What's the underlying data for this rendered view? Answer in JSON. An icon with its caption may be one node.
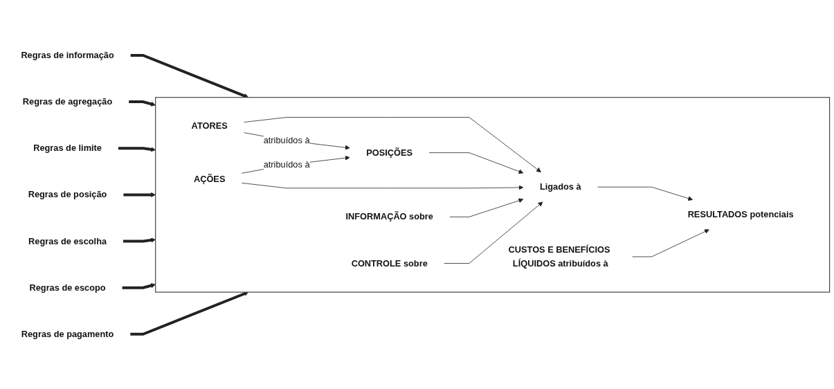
{
  "diagram": {
    "nodes": [
      {
        "text": [],
        "shape": "box"
      },
      {
        "text": [
          "ATORES"
        ],
        "in": 0
      },
      {
        "text": [
          "POSIÇÕES"
        ],
        "in": 0
      },
      {
        "text": [
          "AÇÕES"
        ],
        "in": 0
      },
      {
        "text": [
          "INFORMAÇÃO sobre"
        ],
        "in": 0
      },
      {
        "text": [
          "CONTROLE sobre"
        ],
        "in": 0
      },
      {
        "text": [
          "Ligados à"
        ],
        "in": 0
      },
      {
        "text": [
          "RESULTADOS potenciais"
        ],
        "in": 0
      },
      {
        "text": [
          "CUSTOS E BENEFÍCIOS LÍQUIDOS atribuídos à"
        ],
        "in": 0
      },
      {
        "text": [
          "Regras de informação"
        ]
      },
      {
        "text": [
          "Regras de agregação"
        ]
      },
      {
        "text": [
          "Regras de limite"
        ]
      },
      {
        "text": [
          "Regras de posição"
        ]
      },
      {
        "text": [
          "Regras de escolha"
        ]
      },
      {
        "text": [
          "Regras de escopo"
        ]
      },
      {
        "text": [
          "Regras de pagamento"
        ]
      }
    ],
    "edges": [
      {
        "from": 1,
        "to": 2,
        "arrow": "to",
        "label": "atribuídos à"
      },
      {
        "from": 3,
        "to": 2,
        "arrow": "to",
        "label": "atribuídos à"
      },
      {
        "from": 1,
        "to": 6,
        "arrow": "to"
      },
      {
        "from": 2,
        "to": 6,
        "arrow": "to"
      },
      {
        "from": 3,
        "to": 6,
        "arrow": "to"
      },
      {
        "from": 4,
        "to": 6,
        "arrow": "to"
      },
      {
        "from": 5,
        "to": 6,
        "arrow": "to"
      },
      {
        "from": 6,
        "to": 7,
        "arrow": "to"
      },
      {
        "from": 8,
        "to": 7,
        "arrow": "to"
      },
      {
        "from": 9,
        "to": 0,
        "arrow": "to",
        "style": "thick"
      },
      {
        "from": 10,
        "to": 0,
        "arrow": "to",
        "style": "thick"
      },
      {
        "from": 11,
        "to": 0,
        "arrow": "to",
        "style": "thick"
      },
      {
        "from": 12,
        "to": 0,
        "arrow": "to",
        "style": "thick"
      },
      {
        "from": 13,
        "to": 0,
        "arrow": "to",
        "style": "thick"
      },
      {
        "from": 14,
        "to": 0,
        "arrow": "to",
        "style": "thick"
      },
      {
        "from": 15,
        "to": 0,
        "arrow": "to",
        "style": "thick"
      }
    ]
  }
}
